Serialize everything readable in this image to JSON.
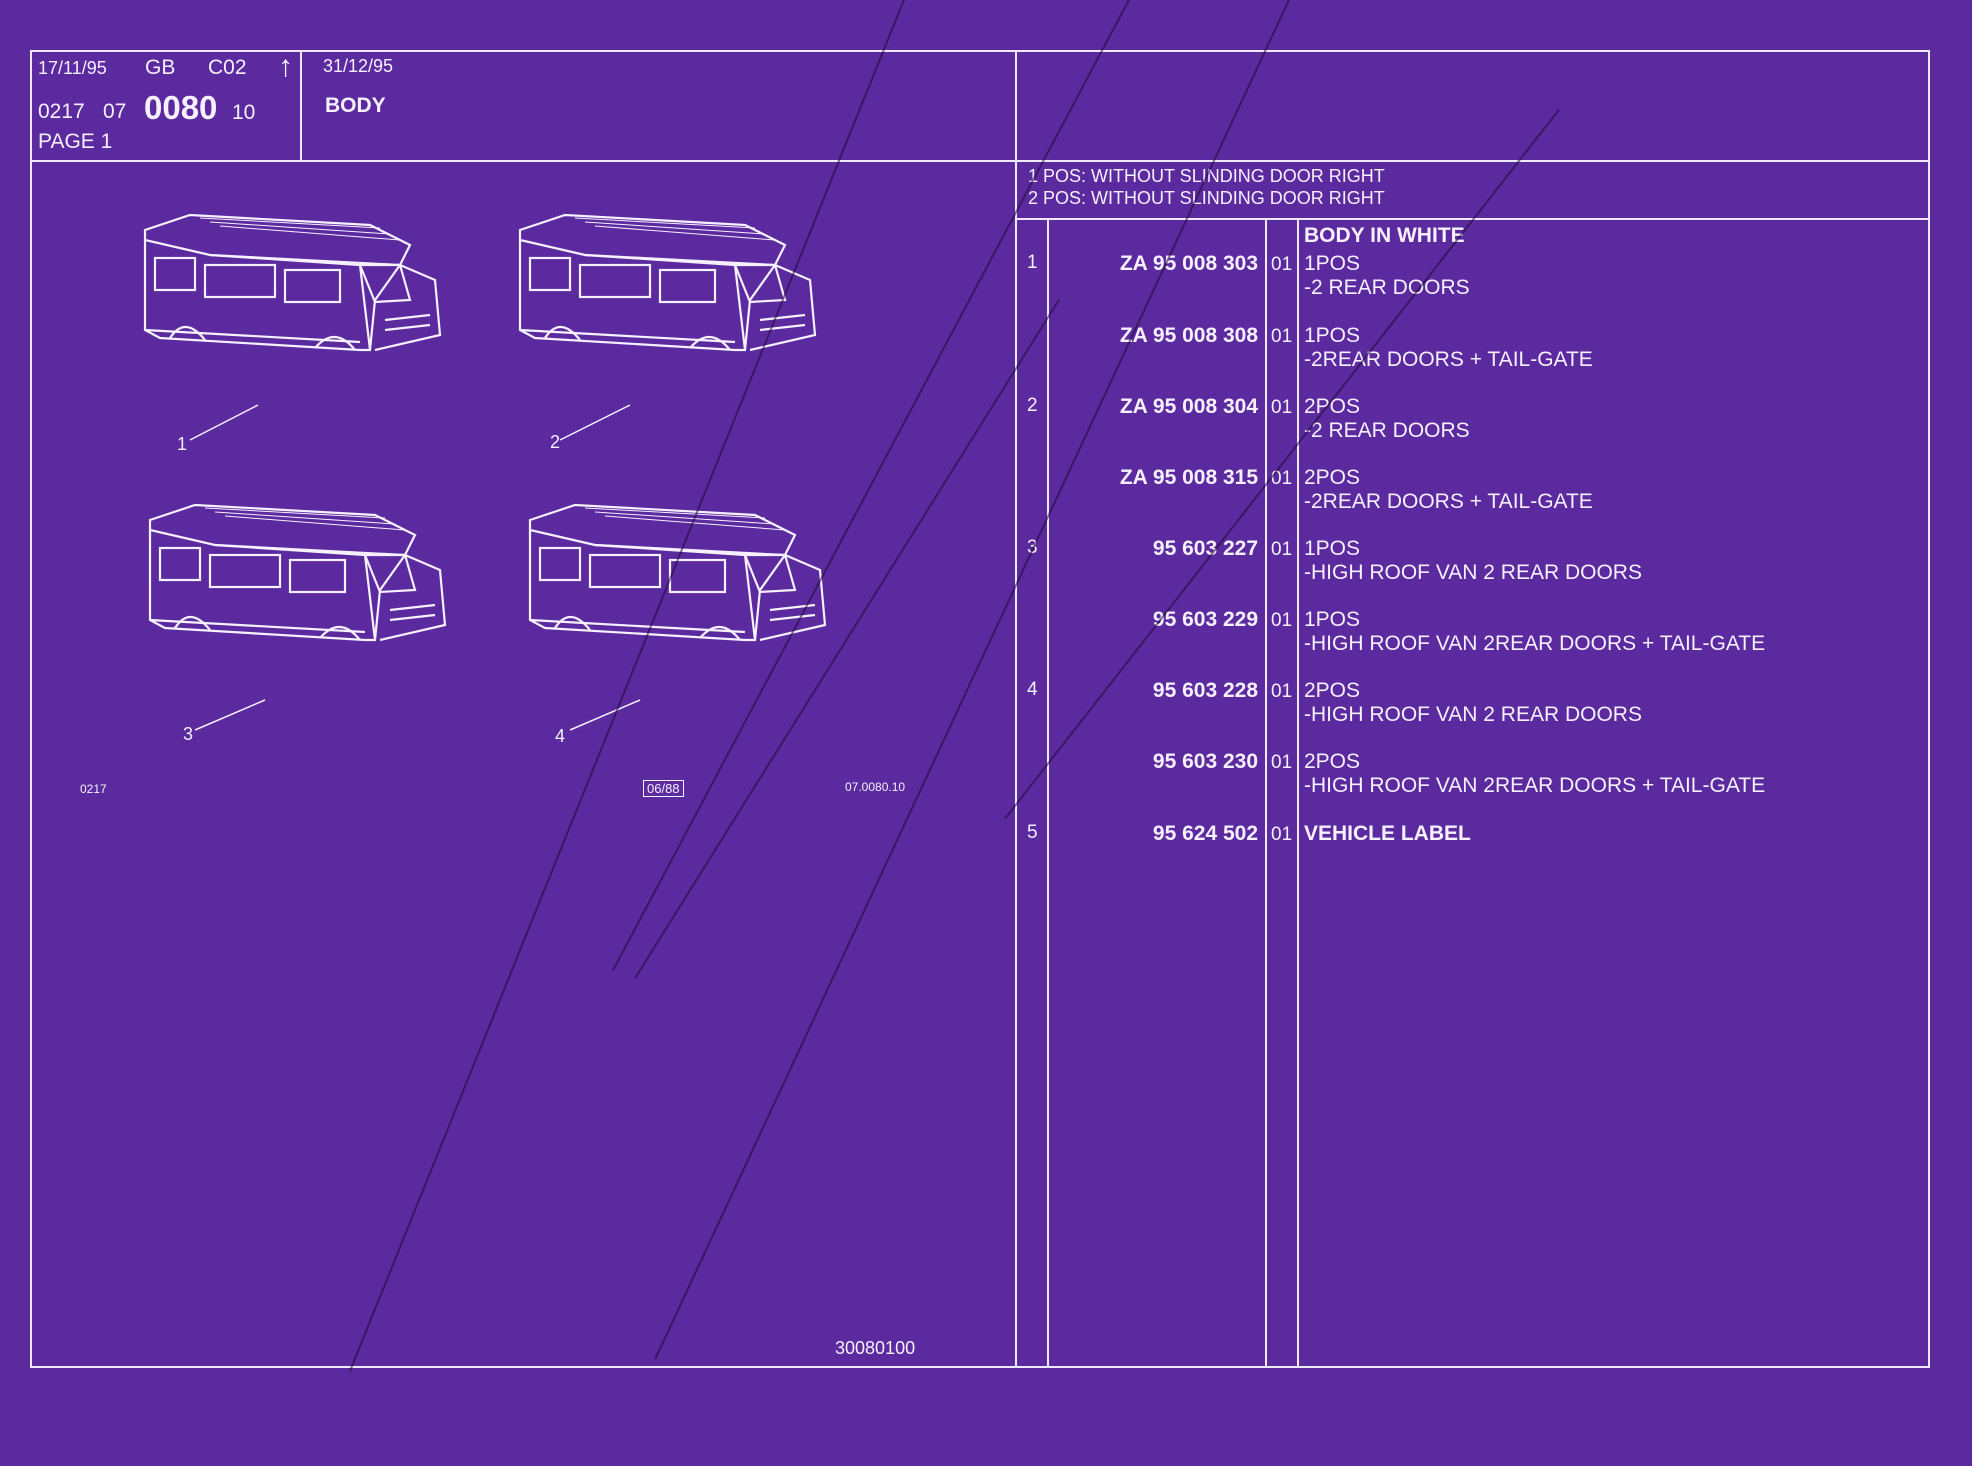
{
  "header": {
    "date_left": "17/11/95",
    "lang": "GB",
    "code": "C02",
    "arrow": "↑",
    "ref_prefix": "0217",
    "ref_group": "07",
    "ref_main": "0080",
    "ref_suffix": "10",
    "page": "PAGE 1",
    "date_right": "31/12/95",
    "section_title": "BODY"
  },
  "notes": [
    "1 POS: WITHOUT SLINDING DOOR RIGHT",
    "2 POS: WITHOUT SLINDING DOOR RIGHT"
  ],
  "group_title": "BODY IN WHITE",
  "parts": [
    {
      "pos": "1",
      "part": "ZA 95 008 303",
      "qty": "01",
      "desc1": "1POS",
      "desc2": "-2 REAR DOORS"
    },
    {
      "pos": "",
      "part": "ZA 95 008 308",
      "qty": "01",
      "desc1": "1POS",
      "desc2": "-2REAR DOORS + TAIL-GATE"
    },
    {
      "pos": "2",
      "part": "ZA 95 008 304",
      "qty": "01",
      "desc1": "2POS",
      "desc2": "-2 REAR DOORS"
    },
    {
      "pos": "",
      "part": "ZA 95 008 315",
      "qty": "01",
      "desc1": "2POS",
      "desc2": "-2REAR DOORS + TAIL-GATE"
    },
    {
      "pos": "3",
      "part": "95 603 227",
      "qty": "01",
      "desc1": "1POS",
      "desc2": "-HIGH ROOF VAN 2 REAR DOORS"
    },
    {
      "pos": "",
      "part": "95 603 229",
      "qty": "01",
      "desc1": "1POS",
      "desc2": "-HIGH ROOF VAN 2REAR DOORS + TAIL-GATE"
    },
    {
      "pos": "4",
      "part": "95 603 228",
      "qty": "01",
      "desc1": "2POS",
      "desc2": "-HIGH ROOF VAN 2 REAR DOORS"
    },
    {
      "pos": "",
      "part": "95 603 230",
      "qty": "01",
      "desc1": "2POS",
      "desc2": "-HIGH ROOF VAN 2REAR DOORS + TAIL-GATE"
    },
    {
      "pos": "5",
      "part": "95 624 502",
      "qty": "01",
      "desc1": "VEHICLE LABEL",
      "desc2": ""
    }
  ],
  "illustration": {
    "callouts": [
      "1",
      "2",
      "3",
      "4"
    ],
    "caption_left": "0217",
    "caption_mid": "06/88",
    "caption_right": "07.0080.10",
    "drawing_number": "30080100"
  },
  "colors": {
    "background": "#5b2a9f",
    "lines": "#f0e8fb"
  }
}
